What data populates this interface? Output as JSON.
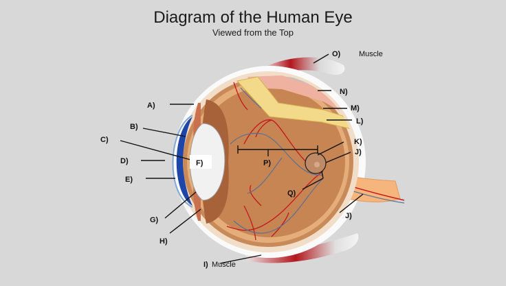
{
  "title": "Diagram of the Human Eye",
  "subtitle": "Viewed from the Top",
  "labels": {
    "A": "A)",
    "B": "B)",
    "C": "C)",
    "D": "D)",
    "E": "E)",
    "F": "F)",
    "G": "G)",
    "H": "H)",
    "I": "I)",
    "J_top": "J)",
    "J_bottom": "J)",
    "K": "K)",
    "L": "L)",
    "M": "M)",
    "N": "N)",
    "O": "O)",
    "P": "P)",
    "Q": "Q)"
  },
  "muscle_top": "Muscle",
  "muscle_bottom": "Muscle",
  "colors": {
    "background": "#d8d8d8",
    "sclera": "#f2ddc8",
    "choroid": "#c98a5a",
    "retina_outer": "#e5ad7a",
    "vitreous": "#c68552",
    "yellow_layer": "#f3d98a",
    "muscle": "#b2171d",
    "cornea_blue": "#1e45a8",
    "optic_nerve": "#f5b57c",
    "vessels_red": "#c4161c",
    "vessels_blue": "#5a6f95"
  }
}
